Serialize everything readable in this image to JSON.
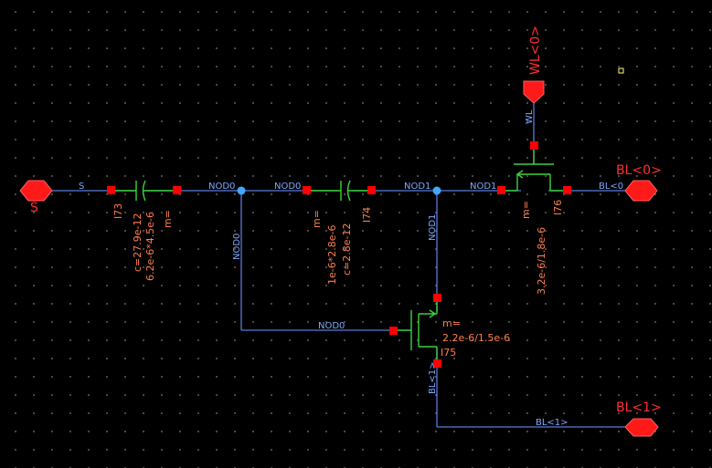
{
  "pins": {
    "s": "S",
    "wl": "WL<0>",
    "bl0": "BL<0>",
    "bl1": "BL<1>"
  },
  "nets": {
    "s": "S",
    "nod0_a": "NOD0",
    "nod0_b": "NOD0",
    "nod0_vert": "NOD0",
    "nod0_gate": "NOD0",
    "nod1_a": "NOD1",
    "nod1_b": "NOD1",
    "nod1_vert": "NOD1",
    "wl_vert": "WL",
    "bl0_wire": "BL<0",
    "bl1_vert": "BL<1>",
    "bl1_wire": "BL<1>"
  },
  "devices": {
    "i73": {
      "name": "I73",
      "p1": "c=27.9e-12",
      "p2": "6.2e-6*4.5e-6",
      "p3": "m="
    },
    "i74": {
      "name": "I74",
      "p1": "m=",
      "p2": "1e-6*2.8e-6",
      "p3": "c=2.8e-12"
    },
    "i75": {
      "name": "I75",
      "p1": "m=",
      "p2": "2.2e-6/1.5e-6"
    },
    "i76": {
      "name": "I76",
      "p1": "m=",
      "p2": "3.2e-6/1.8e-6"
    }
  },
  "colors": {
    "wire": "#5b7cd8",
    "device": "#3cd23c",
    "terminal": "#ff0000",
    "junction": "#3fa9ff",
    "param": "#ff7f50",
    "pin": "#ff1a1a"
  }
}
